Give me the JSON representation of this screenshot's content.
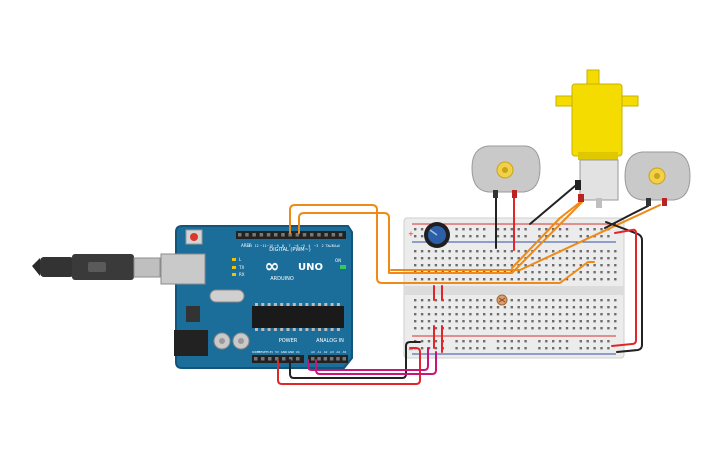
{
  "board": {
    "brand": "ARDUINO",
    "model": "UNO",
    "logo": "∞",
    "digital_header": "DIGITAL (PWM~)",
    "power_header": "POWER",
    "analog_header": "ANALOG IN",
    "aref": "AREF",
    "gnd": "GND",
    "reset_label": "RESET",
    "tx": "TX",
    "rx": "RX",
    "l_led": "L",
    "on_led": "ON",
    "digital_pins": [
      "13",
      "12",
      "~11",
      "~10",
      "~9",
      "8",
      "7",
      "~6",
      "~5",
      "4",
      "~3",
      "2",
      "TX▸1",
      "RX◂0"
    ],
    "power_pins": [
      "IOREF",
      "RESET",
      "3.3V",
      "5V",
      "GND",
      "GND",
      "Vin"
    ],
    "analog_pins": [
      "A0",
      "A1",
      "A2",
      "A3",
      "A4",
      "A5"
    ]
  },
  "breadboard": {
    "plus": "+",
    "minus": "−"
  },
  "colors": {
    "board": "#1c6e9a",
    "board_edge": "#13557a",
    "breadboard": "#ececec",
    "rail_red": "#d9312b",
    "rail_blue": "#2f4fa0",
    "wire_orange": "#f08a16",
    "wire_black": "#222222",
    "wire_red": "#e0262a",
    "wire_pink": "#c8157a",
    "motor_yellow": "#f5dc00",
    "dc_motor": "#c9c9c9",
    "pot_knob": "#2d5ea8",
    "ldr": "#d9a06a"
  },
  "icons": [
    "usb-cable-icon",
    "potentiometer-icon",
    "dc-motor-icon",
    "gear-motor-icon",
    "photoresistor-icon"
  ]
}
